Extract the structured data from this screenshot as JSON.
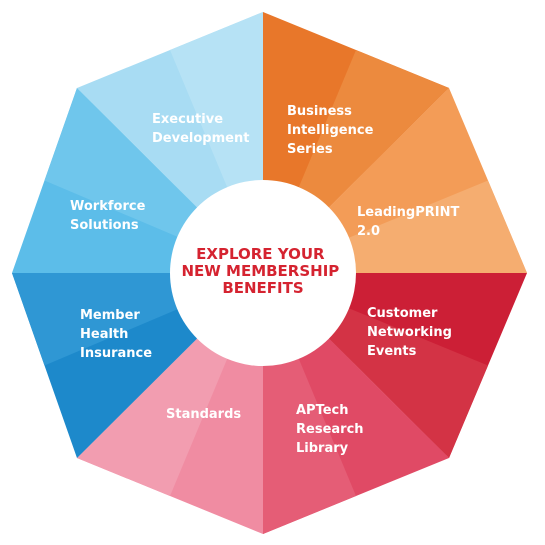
{
  "center": {
    "lines": [
      "EXPLORE YOUR",
      "NEW MEMBERSHIP",
      "BENEFITS"
    ],
    "color": "#d52330"
  },
  "segments": [
    {
      "lines": [
        "Business",
        "Intelligence",
        "Series"
      ],
      "color": "#e8772a",
      "shade": "#ec8a3e"
    },
    {
      "lines": [
        "LeadingPRINT",
        "2.0"
      ],
      "color": "#f39c57",
      "shade": "#f5ad70"
    },
    {
      "lines": [
        "Customer",
        "Networking",
        "Events"
      ],
      "color": "#cc1f36",
      "shade": "#d33345"
    },
    {
      "lines": [
        "APTech",
        "Research",
        "Library"
      ],
      "color": "#e04a65",
      "shade": "#e55d76"
    },
    {
      "lines": [
        "Standards"
      ],
      "color": "#f08ca2",
      "shade": "#f29db0"
    },
    {
      "lines": [
        "Member",
        "Health",
        "Insurance"
      ],
      "color": "#1d89cb",
      "shade": "#2f97d4"
    },
    {
      "lines": [
        "Workforce",
        "Solutions"
      ],
      "color": "#5cbde9",
      "shade": "#6fc6ec"
    },
    {
      "lines": [
        "Executive",
        "Development"
      ],
      "color": "#a8dcf3",
      "shade": "#b6e2f5"
    }
  ]
}
